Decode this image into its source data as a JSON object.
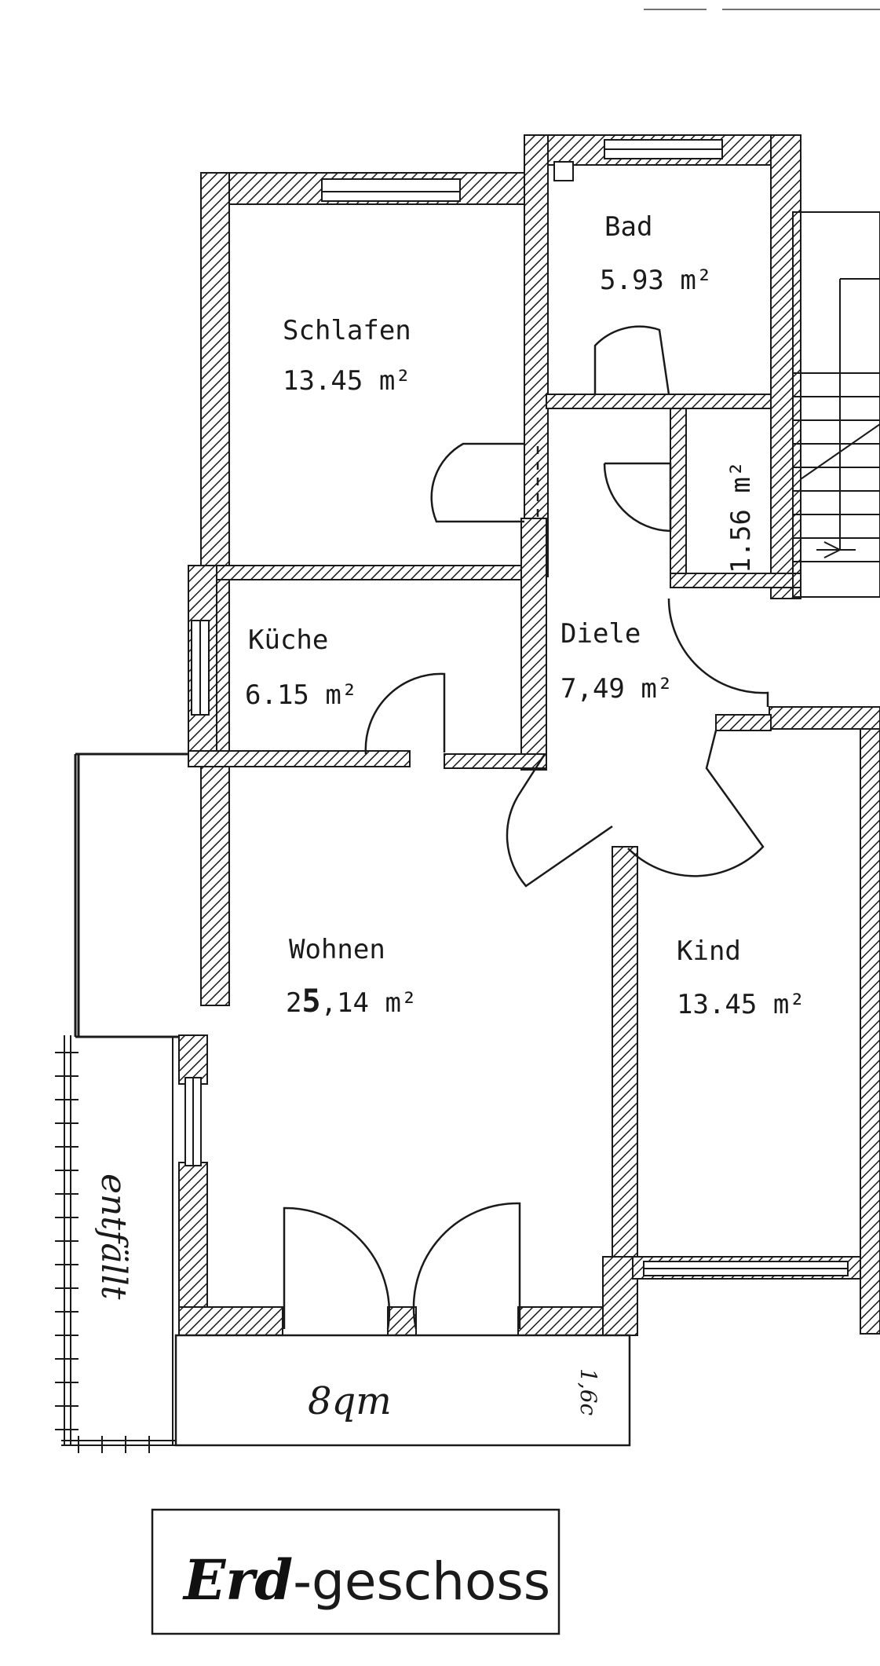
{
  "rooms": {
    "schlafen": {
      "name": "Schlafen",
      "area": "13.45 m²"
    },
    "bad": {
      "name": "Bad",
      "area": "5.93 m²"
    },
    "abstell": {
      "area": "1.56 m²"
    },
    "kueche": {
      "name": "Küche",
      "area": "6.15 m²"
    },
    "diele": {
      "name": "Diele",
      "area": "7,49 m²"
    },
    "wohnen": {
      "name": "Wohnen",
      "area_digit": "2",
      "area_overwrite": "5",
      "area_rest": ",14 m²"
    },
    "kind": {
      "name": "Kind",
      "area": "13.45 m²"
    }
  },
  "balcony": {
    "area_note": "8qm",
    "side_note": "1,6c",
    "removed_note": "entfällt"
  },
  "floor_label": {
    "handwritten": "Erd",
    "printed": "-geschoss"
  },
  "colors": {
    "ink": "#1a1a1a",
    "paper": "#ffffff"
  }
}
